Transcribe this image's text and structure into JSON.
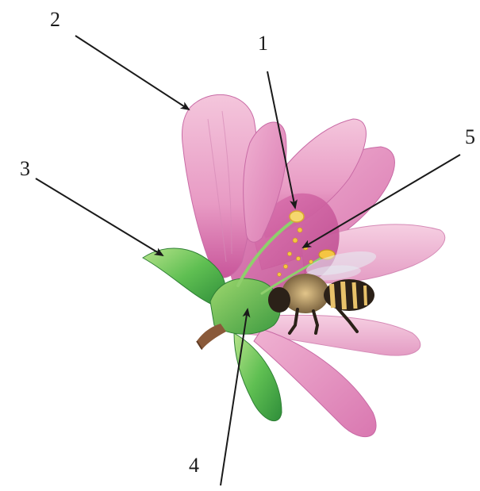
{
  "labels": {
    "l1": "1",
    "l2": "2",
    "l3": "3",
    "l4": "4",
    "l5": "5"
  },
  "colors": {
    "petal_light": "#f2b6d3",
    "petal_mid": "#e58fbd",
    "petal_dark": "#c8559a",
    "inner_pink": "#d0609e",
    "sepal_green": "#4fb24a",
    "sepal_light": "#a9db7c",
    "stem_brown": "#8a5a3a",
    "pollen": "#f5c542",
    "bee_body": "#2b2118",
    "bee_fur": "#c9a86a",
    "arrow": "#1a1a1a"
  },
  "icons": [
    "flower-illustration",
    "bee-illustration"
  ]
}
